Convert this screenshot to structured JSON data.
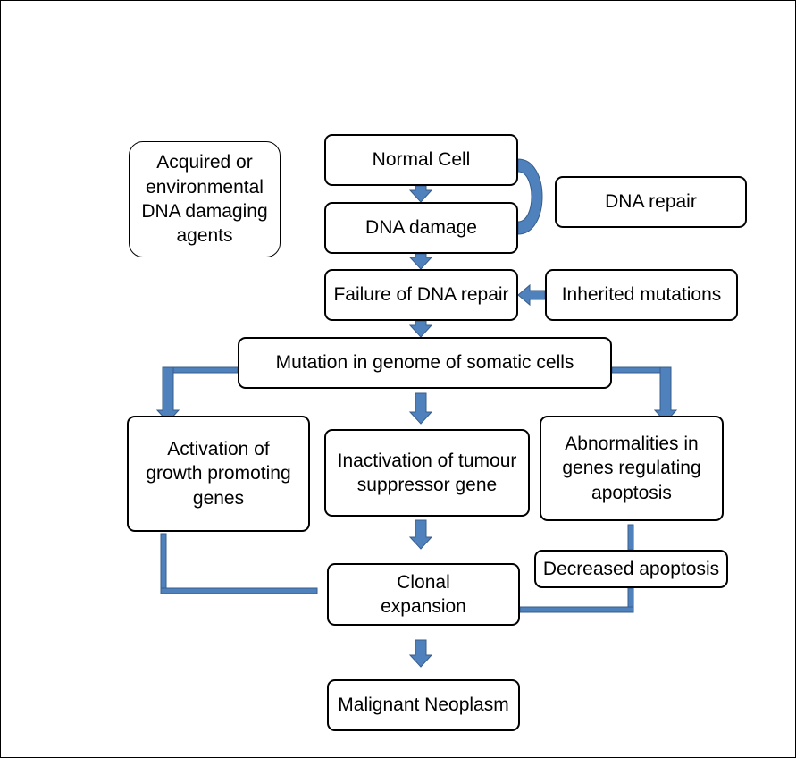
{
  "nodes": {
    "acquired_agents": "Acquired or\nenvironmental\nDNA damaging\nagents",
    "normal_cell": "Normal Cell",
    "dna_damage": "DNA damage",
    "dna_repair": "DNA repair",
    "failure_repair": "Failure of DNA repair",
    "inherited_mutations": "Inherited mutations",
    "mutation_genome": "Mutation in genome of somatic cells",
    "activation_growth": "Activation of\ngrowth promoting\ngenes",
    "inactivation_tumour": "Inactivation of tumour\nsuppressor gene",
    "abnormal_apoptosis": "Abnormalities in\ngenes regulating\napoptosis",
    "decreased_apoptosis": "Decreased apoptosis",
    "clonal_expansion": "Clonal\nexpansion",
    "malignant_neoplasm": "Malignant Neoplasm"
  },
  "colors": {
    "arrow_fill": "#4f81bd",
    "arrow_stroke": "#385d8a"
  }
}
